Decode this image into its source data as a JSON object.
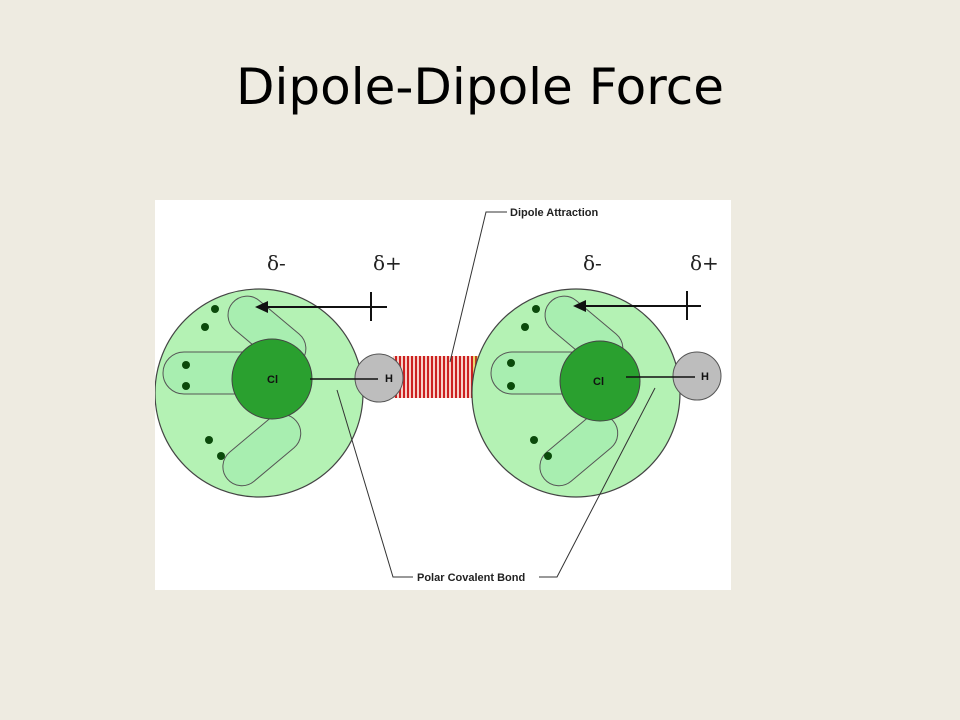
{
  "slide": {
    "title": "Dipole-Dipole Force"
  },
  "diagram": {
    "callouts": {
      "dipole_attraction": "Dipole Attraction",
      "polar_covalent_bond": "Polar Covalent Bond"
    },
    "molecules": [
      {
        "chlorine_label": "Cl",
        "hydrogen_label": "H",
        "delta_minus": "δ-",
        "delta_plus": "δ+"
      },
      {
        "chlorine_label": "Cl",
        "hydrogen_label": "H",
        "delta_minus": "δ-",
        "delta_plus": "δ+"
      }
    ],
    "colors": {
      "outer_shell": "#b4f2b4",
      "chlorine": "#2aa02f",
      "lone_pair_lobe": "#a8eeb0",
      "hydrogen": "#bdbdbd",
      "attraction_stripe": "#cc2020",
      "lone_pair_dot": "#0b4a0b"
    }
  }
}
